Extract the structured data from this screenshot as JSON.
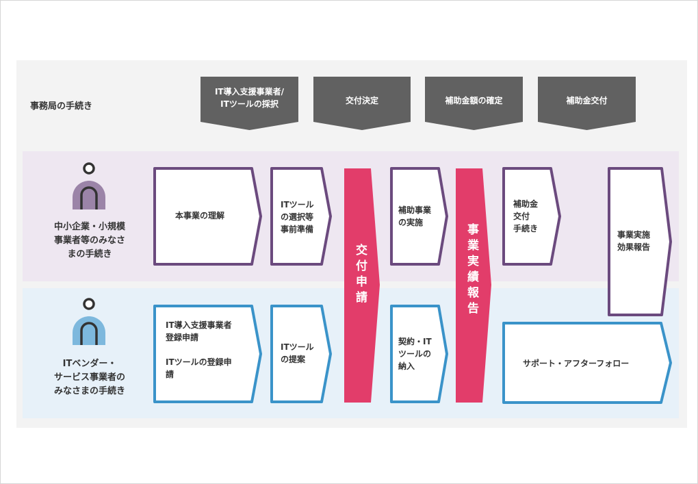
{
  "header": {
    "title": "事務局の手続き",
    "steps": [
      {
        "label": "IT導入支援事業者/\nITツールの採択"
      },
      {
        "label": "交付決定"
      },
      {
        "label": "補助金額の確定"
      },
      {
        "label": "補助金交付"
      }
    ]
  },
  "rows": {
    "sme_label": "中小企業・小規模\n事業者等のみなさ\nまの手続き",
    "vendor_label": "ITベンダー・\nサービス事業者の\nみなさまの手続き"
  },
  "sme_steps": [
    {
      "label": "本事業の理解"
    },
    {
      "label": "ITツール\nの選択等\n事前準備"
    },
    {
      "label": "補助事業\nの実施"
    },
    {
      "label": "補助金\n交付\n手続き"
    },
    {
      "label": "事業実施\n効果報告"
    }
  ],
  "vendor_steps": [
    {
      "label": "IT導入支援事業者\n登録申請\n\nITツールの登録申\n請"
    },
    {
      "label": "ITツール\nの提案"
    },
    {
      "label": "契約・IT\nツールの\n納入"
    },
    {
      "label": "サポート・アフターフォロー"
    }
  ],
  "milestones": [
    {
      "label": "交付申請"
    },
    {
      "label": "事業実績報告"
    }
  ],
  "colors": {
    "purple": "#6b4a7e",
    "blue": "#3a93c9",
    "accent": "#e23d6a",
    "header_gray": "#616161",
    "sme_icon": "#9b84a8",
    "vendor_icon": "#7db8dd"
  }
}
